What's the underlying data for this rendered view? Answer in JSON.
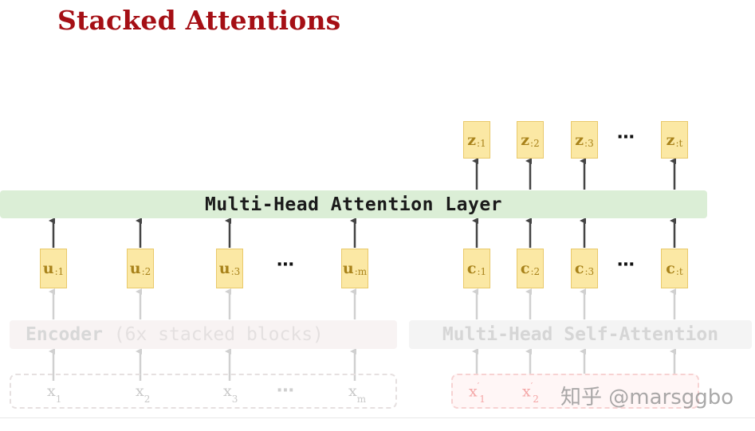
{
  "title": "Stacked Attentions",
  "mha_label": "Multi-Head Attention Layer",
  "encoder_label": "Encoder",
  "encoder_detail": "(6x stacked blocks)",
  "self_attention_label": "Multi-Head Self-Attention",
  "outputs": [
    {
      "base": "z",
      "sub": ":1"
    },
    {
      "base": "z",
      "sub": ":2"
    },
    {
      "base": "z",
      "sub": ":3"
    },
    {
      "base": "z",
      "sub": ":t"
    }
  ],
  "encoder_vectors": [
    {
      "base": "u",
      "sub": ":1"
    },
    {
      "base": "u",
      "sub": ":2"
    },
    {
      "base": "u",
      "sub": ":3"
    },
    {
      "base": "u",
      "sub": ":m"
    }
  ],
  "decoder_vectors": [
    {
      "base": "c",
      "sub": ":1"
    },
    {
      "base": "c",
      "sub": ":2"
    },
    {
      "base": "c",
      "sub": ":3"
    },
    {
      "base": "c",
      "sub": ":t"
    }
  ],
  "encoder_inputs": [
    {
      "base": "x",
      "sub": "1"
    },
    {
      "base": "x",
      "sub": "2"
    },
    {
      "base": "x",
      "sub": "3"
    },
    {
      "base": "x",
      "sub": "m"
    }
  ],
  "decoder_inputs": [
    {
      "base": "x",
      "sup": "′",
      "sub": "1"
    },
    {
      "base": "x",
      "sup": "′",
      "sub": "2"
    }
  ],
  "ellipsis": "⋯",
  "watermark": "知乎 @marsggbo",
  "colors": {
    "title": "#a50f15",
    "attention_bar": "#dbeed6",
    "vector_fill": "#fbe8a4",
    "vector_text": "#a8821a"
  }
}
